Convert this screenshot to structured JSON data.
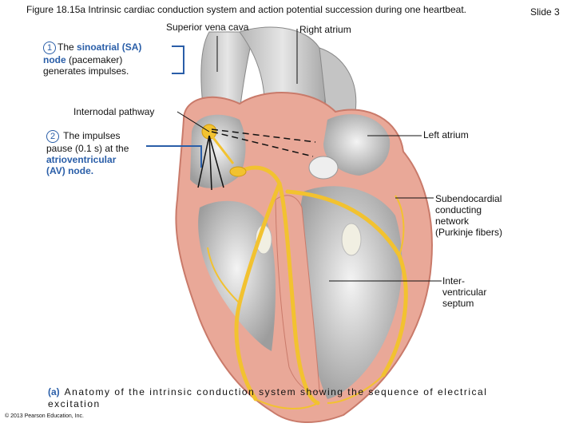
{
  "header": {
    "title": "Figure 18.15a Intrinsic cardiac conduction system and action potential succession during one heartbeat.",
    "slide": "Slide 3"
  },
  "labels": {
    "superior_vena_cava": "Superior vena cava",
    "right_atrium": "Right atrium",
    "internodal_pathway": "Internodal pathway",
    "left_atrium": "Left atrium",
    "subendocardial": [
      "Subendocardial",
      "conducting",
      "network",
      "(Purkinje fibers)"
    ],
    "interventricular": [
      "Inter-",
      "ventricular",
      "septum"
    ]
  },
  "steps": [
    {
      "number": "1",
      "lead": "The ",
      "bold": "sinoatrial (SA)",
      "bold2": "node",
      "rest": " (pacemaker)",
      "line2": "generates impulses."
    },
    {
      "number": "2",
      "lead": "The impulses",
      "line2": "pause (0.1 s) at the",
      "bold": "atrioventricular",
      "bold2": "(AV) node."
    }
  ],
  "caption": {
    "letter": "(a)",
    "text": "Anatomy of the intrinsic conduction system showing the sequence of electrical excitation"
  },
  "footer": {
    "copyright": "© 2013 Pearson Education, Inc."
  },
  "colors": {
    "accent": "#2a5ea8",
    "conduction": "#f2c230",
    "heart_wall": "#e9a898",
    "chamber": "#c8c8c8"
  }
}
